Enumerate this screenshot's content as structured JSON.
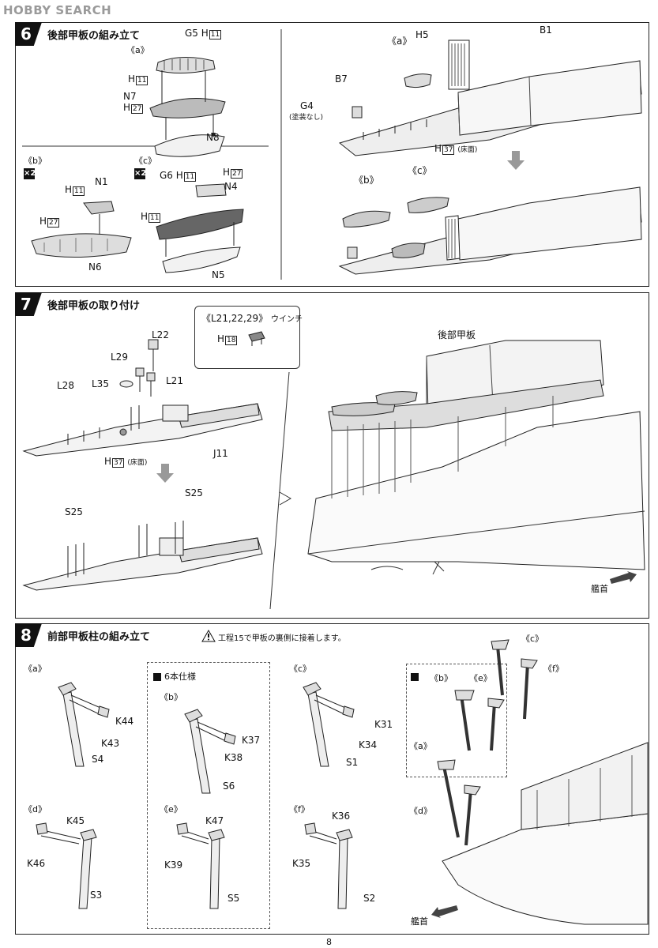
{
  "watermark": "HOBBY SEARCH",
  "page_number": "8",
  "step6": {
    "number": "6",
    "title": "後部甲板の組み立て",
    "a_tag": "《a》",
    "b_tag": "《b》",
    "c_tag": "《c》",
    "multiplier": "×2",
    "labels": {
      "g5": "G5",
      "h11": "H",
      "h11n": "11",
      "n7": "N7",
      "h27": "H",
      "h27n": "27",
      "n8": "N8",
      "n1": "N1",
      "n6": "N6",
      "g6": "G6",
      "n4": "N4",
      "n5": "N5",
      "h5": "H5",
      "b1": "B1",
      "b7": "B7",
      "g4": "G4",
      "g4note": "(塗装なし)",
      "h37": "H",
      "h37n": "37",
      "floor": "(床面)",
      "ra": "《a》",
      "rb": "《b》",
      "rc": "《c》"
    }
  },
  "step7": {
    "number": "7",
    "title": "後部甲板の取り付け",
    "winch_title": "《L21,22,29》",
    "winch_label": "ウインチ",
    "h18": "H",
    "h18n": "18",
    "labels": {
      "l22": "L22",
      "l29": "L29",
      "l35": "L35",
      "l21": "L21",
      "l28": "L28",
      "j11": "J11",
      "h37": "H",
      "h37n": "37",
      "floor": "(床面)",
      "s25a": "S25",
      "s25b": "S25",
      "rear_deck": "後部甲板",
      "bow": "艦首"
    }
  },
  "step8": {
    "number": "8",
    "title": "前部甲板柱の組み立て",
    "note": "工程15で甲板の裏側に接着します。",
    "option": "6本仕様",
    "tags": {
      "a": "《a》",
      "b": "《b》",
      "c": "《c》",
      "d": "《d》",
      "e": "《e》",
      "f": "《f》"
    },
    "labels": {
      "k44": "K44",
      "k43": "K43",
      "s4": "S4",
      "k37": "K37",
      "k38": "K38",
      "s6": "S6",
      "k31": "K31",
      "k34": "K34",
      "s1": "S1",
      "k45": "K45",
      "k46": "K46",
      "s3": "S3",
      "k47": "K47",
      "k39": "K39",
      "s5": "S5",
      "k36": "K36",
      "k35": "K35",
      "s2": "S2",
      "bow": "艦首"
    }
  }
}
